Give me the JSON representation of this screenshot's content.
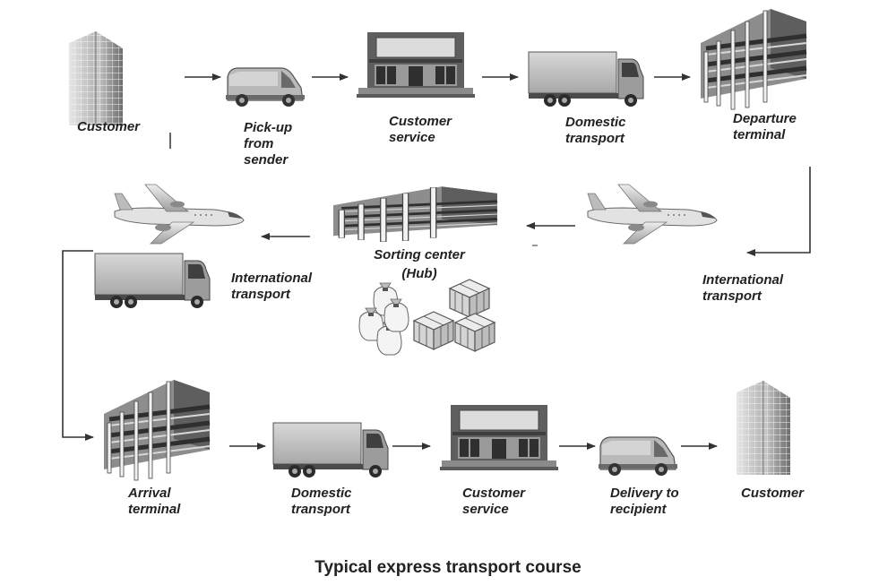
{
  "title": "Typical express transport course",
  "steps": {
    "customer_start": [
      "Customer"
    ],
    "pickup": [
      "Pick-up",
      "from",
      "sender"
    ],
    "customer_service_1": [
      "Customer",
      "service"
    ],
    "domestic_transport_1": [
      "Domestic",
      "transport"
    ],
    "departure_terminal": [
      "Departure",
      "terminal"
    ],
    "international_transport_right": [
      "International",
      "transport"
    ],
    "sorting_center": [
      "Sorting center"
    ],
    "hub": [
      "(Hub)"
    ],
    "international_transport_left": [
      "International",
      "transport"
    ],
    "arrival_terminal": [
      "Arrival",
      "terminal"
    ],
    "domestic_transport_2": [
      "Domestic",
      "transport"
    ],
    "customer_service_2": [
      "Customer",
      "service"
    ],
    "delivery": [
      "Delivery to",
      "recipient"
    ],
    "customer_end": [
      "Customer"
    ]
  },
  "icons": [
    "office-tower-icon",
    "van-icon",
    "shop-icon",
    "truck-icon",
    "terminal-building-icon",
    "airplane-icon",
    "parcel-icon",
    "sack-icon"
  ]
}
